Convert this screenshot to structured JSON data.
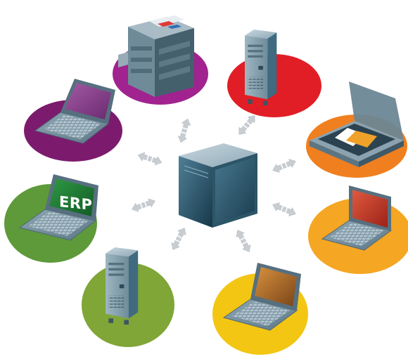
{
  "diagram": {
    "hub": {
      "icon": "server-tower-icon"
    },
    "nodes": [
      {
        "id": "printer",
        "icon": "multifunction-printer-icon",
        "platform_color": "#a0238f"
      },
      {
        "id": "server-top",
        "icon": "server-tower-icon",
        "platform_color": "#e11e26"
      },
      {
        "id": "scanner",
        "icon": "flatbed-scanner-icon",
        "platform_color": "#f07f1f"
      },
      {
        "id": "laptop-right",
        "icon": "laptop-icon",
        "platform_color": "#f5a623",
        "screen_color": "#c23a2c"
      },
      {
        "id": "laptop-bottom",
        "icon": "laptop-icon",
        "platform_color": "#f3c614",
        "screen_color": "#b06b25"
      },
      {
        "id": "server-bottom",
        "icon": "server-tower-icon",
        "platform_color": "#7fa637"
      },
      {
        "id": "laptop-erp",
        "icon": "laptop-icon",
        "platform_color": "#5e9a3a",
        "screen_color": "#1f7a35",
        "screen_label": "ERP"
      },
      {
        "id": "laptop-purple",
        "icon": "laptop-icon",
        "platform_color": "#7c1b6e",
        "screen_color": "#8a3e8c"
      }
    ],
    "connector": {
      "icon": "double-arrow-icon",
      "color": "#c8cdd2"
    }
  }
}
